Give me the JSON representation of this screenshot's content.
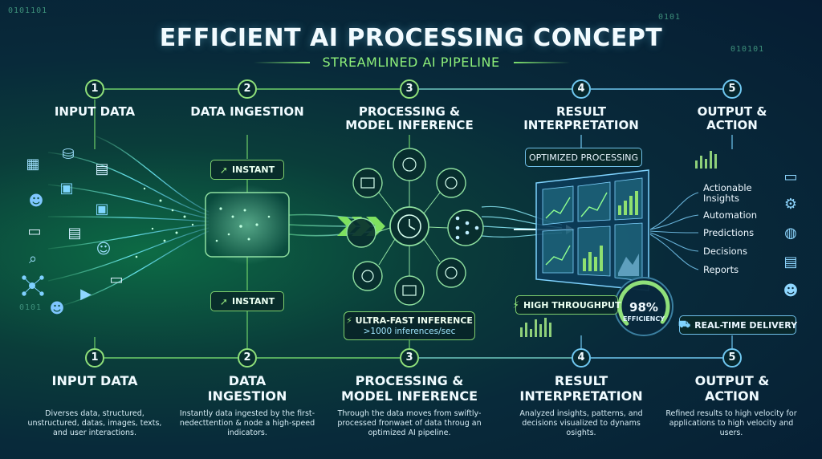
{
  "title": "EFFICIENT AI PROCESSING CONCEPT",
  "subtitle": "STREAMLINED AI PIPELINE",
  "steps": [
    {
      "number": "1",
      "label": "INPUT DATA"
    },
    {
      "number": "2",
      "label": "DATA INGESTION"
    },
    {
      "number": "3",
      "label": "PROCESSING & MODEL INFERENCE"
    },
    {
      "number": "4",
      "label": "RESULT INTERPRETATION"
    },
    {
      "number": "5",
      "label": "OUTPUT & ACTION"
    }
  ],
  "bottom_steps": [
    {
      "number": "1",
      "label": "INPUT DATA",
      "description": "Diverses data, structured, unstructured, datas, images, texts, and user interactions."
    },
    {
      "number": "2",
      "label": "DATA INGESTION",
      "description": "Instantly data ingested by the first-nedecttention & node a high-speed indicators."
    },
    {
      "number": "3",
      "label": "PROCESSING & MODEL INFERENCE",
      "description": "Through the data moves from swiftly-processed fronwaet of data throug an optimized AI pipeline."
    },
    {
      "number": "4",
      "label": "RESULT INTERPRETATION",
      "description": "Analyzed insights, patterns, and decisions visualized to dynams osights."
    },
    {
      "number": "5",
      "label": "OUTPUT & ACTION",
      "description": "Refined results to high velocity for applications to high velocity and users."
    }
  ],
  "badges": {
    "instant_top": "INSTANT",
    "instant_bottom": "INSTANT",
    "optimized": "OPTIMIZED PROCESSING",
    "throughput": "HIGH THROUGHPUT",
    "realtime": "REAL-TIME DELIVERY"
  },
  "inference": {
    "title": "ULTRA-FAST INFERENCE",
    "rate": ">1000 inferences/sec"
  },
  "gauge": {
    "value_text": "98%",
    "label": "EFFICIENCY",
    "fraction": 0.98
  },
  "outputs": [
    {
      "label": "Actionable Insights",
      "icon": "laptop-icon"
    },
    {
      "label": "Automation",
      "icon": "gear-icon"
    },
    {
      "label": "Predictions",
      "icon": "globe-icon"
    },
    {
      "label": "Decisions",
      "icon": "document-icon"
    },
    {
      "label": "Reports",
      "icon": "user-icon"
    }
  ],
  "binary": [
    "0101101",
    "0101",
    "010101",
    "0101"
  ],
  "colors": {
    "accent_green": "#8fe07a",
    "accent_blue": "#6fc7f0",
    "background": "#061d33"
  }
}
